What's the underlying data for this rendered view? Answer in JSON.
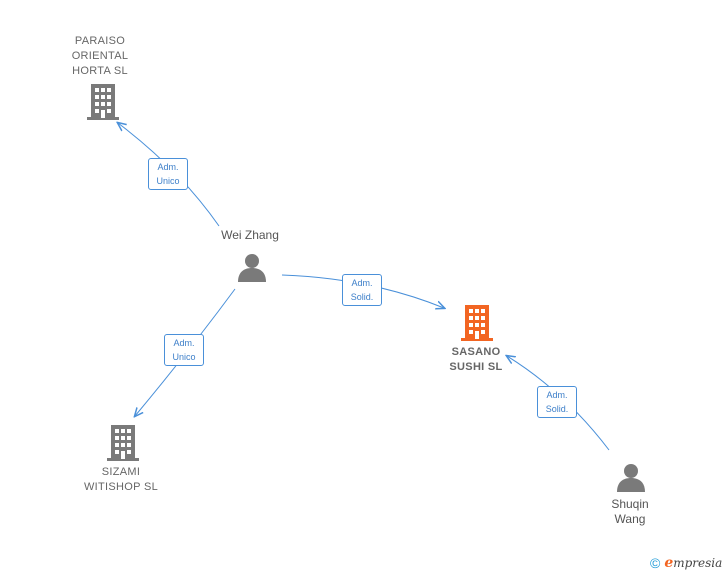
{
  "nodes": {
    "paraiso": {
      "label": "PARAISO\nORIENTAL\nHORTA  SL",
      "type": "company"
    },
    "sasano": {
      "label": "SASANO\nSUSHI  SL",
      "type": "company",
      "highlight": "#f26522"
    },
    "sizami": {
      "label": "SIZAMI\nWITISHOP SL",
      "type": "company"
    },
    "wei_zhang": {
      "label": "Wei Zhang",
      "type": "person"
    },
    "shuqin_wang": {
      "label": "Shuqin\nWang",
      "type": "person"
    }
  },
  "edges": {
    "wei_to_paraiso": {
      "from": "wei_zhang",
      "to": "paraiso",
      "role_line1": "Adm.",
      "role_line2": "Unico"
    },
    "wei_to_sasano": {
      "from": "wei_zhang",
      "to": "sasano",
      "role_line1": "Adm.",
      "role_line2": "Solid."
    },
    "wei_to_sizami": {
      "from": "wei_zhang",
      "to": "sizami",
      "role_line1": "Adm.",
      "role_line2": "Unico"
    },
    "shuqin_to_sasano": {
      "from": "shuqin_wang",
      "to": "sasano",
      "role_line1": "Adm.",
      "role_line2": "Solid."
    }
  },
  "colors": {
    "edge": "#4a90d9",
    "company_icon": "#7a7a7a",
    "company_icon_highlight": "#f26522",
    "person_icon": "#7a7a7a"
  },
  "footer": {
    "copyright_symbol": "©",
    "brand_initial": "e",
    "brand_rest": "mpresia"
  }
}
